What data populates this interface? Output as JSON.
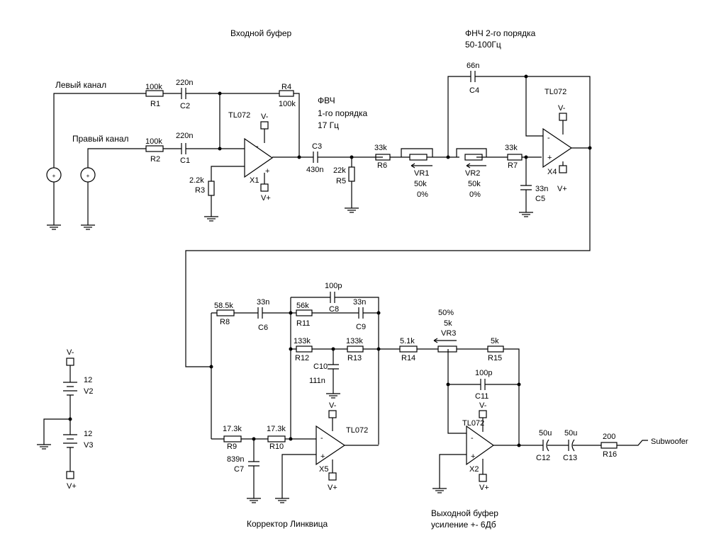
{
  "headings": {
    "input_buffer": "Входной буфер",
    "lpf_line1": "ФНЧ 2-го порядка",
    "lpf_line2": "50-100Гц",
    "hpf_line1": "ФВЧ",
    "hpf_line2": "1-го порядка",
    "hpf_line3": "17 Гц",
    "linkwitz": "Корректор Линквица",
    "out_line1": "Выходной буфер",
    "out_line2": "усиление +- 6Дб"
  },
  "sources": {
    "left": "Левый канал",
    "right": "Правый канал"
  },
  "output_port": "Subwoofer",
  "opamp": {
    "model": "TL072",
    "vminus": "V-",
    "vplus": "V+",
    "minus_sign": "-",
    "plus_sign": "+"
  },
  "parts": {
    "R1": {
      "ref": "R1",
      "value": "100k"
    },
    "R2": {
      "ref": "R2",
      "value": "100k"
    },
    "R3": {
      "ref": "R3",
      "value": "2.2k"
    },
    "R4": {
      "ref": "R4",
      "value": "100k"
    },
    "R5": {
      "ref": "R5",
      "value": "22k"
    },
    "R6": {
      "ref": "R6",
      "value": "33k"
    },
    "R7": {
      "ref": "R7",
      "value": "33k"
    },
    "R8": {
      "ref": "R8",
      "value": "58.5k"
    },
    "R9": {
      "ref": "R9",
      "value": "17.3k"
    },
    "R10": {
      "ref": "R10",
      "value": "17.3k"
    },
    "R11": {
      "ref": "R11",
      "value": "56k"
    },
    "R12": {
      "ref": "R12",
      "value": "133k"
    },
    "R13": {
      "ref": "R13",
      "value": "133k"
    },
    "R14": {
      "ref": "R14",
      "value": "5.1k"
    },
    "R15": {
      "ref": "R15",
      "value": "5k"
    },
    "R16": {
      "ref": "R16",
      "value": "200"
    },
    "C1": {
      "ref": "C1",
      "value": "220n"
    },
    "C2": {
      "ref": "C2",
      "value": "220n"
    },
    "C3": {
      "ref": "C3",
      "value": "430n"
    },
    "C4": {
      "ref": "C4",
      "value": "66n"
    },
    "C5": {
      "ref": "C5",
      "value": "33n"
    },
    "C6": {
      "ref": "C6",
      "value": "33n"
    },
    "C7": {
      "ref": "C7",
      "value": "839n"
    },
    "C8": {
      "ref": "C8",
      "value": "100p"
    },
    "C9": {
      "ref": "C9",
      "value": "33n"
    },
    "C10": {
      "ref": "C10",
      "value": "111n"
    },
    "C11": {
      "ref": "C11",
      "value": "100p"
    },
    "C12": {
      "ref": "C12",
      "value": "50u"
    },
    "C13": {
      "ref": "C13",
      "value": "50u"
    },
    "VR1": {
      "ref": "VR1",
      "value": "50k",
      "setting": "0%"
    },
    "VR2": {
      "ref": "VR2",
      "value": "50k",
      "setting": "0%"
    },
    "VR3": {
      "ref": "VR3",
      "value": "5k",
      "setting": "50%"
    },
    "X1": {
      "ref": "X1"
    },
    "X2": {
      "ref": "X2"
    },
    "X4": {
      "ref": "X4"
    },
    "X5": {
      "ref": "X5"
    },
    "V2": {
      "ref": "V2",
      "value": "12"
    },
    "V3": {
      "ref": "V3",
      "value": "12"
    }
  }
}
